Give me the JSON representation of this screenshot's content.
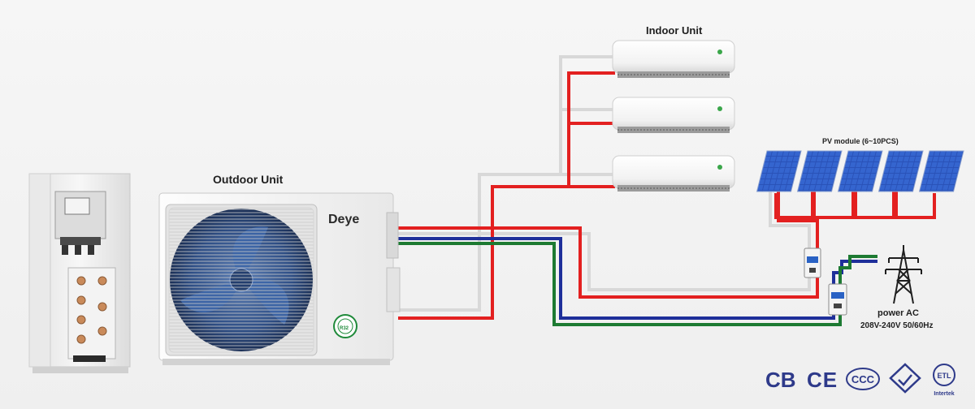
{
  "labels": {
    "outdoor_unit": "Outdoor Unit",
    "indoor_unit": "Indoor Unit",
    "pv_module": "PV module (6~10PCS)",
    "power_ac": "power AC",
    "power_spec": "208V-240V  50/60Hz"
  },
  "brand": {
    "name": "Deye",
    "refrigerant": "R32"
  },
  "certifications": {
    "cb": "CB",
    "ce": "CE",
    "ccc": "CCC",
    "rcm": "RCM",
    "etl": "ETL",
    "intertek": "Intertek"
  },
  "colors": {
    "red_wire": "#e32020",
    "white_wire": "#d8d8d8",
    "blue_wire": "#1e2f9a",
    "green_wire": "#1d7a32",
    "cert_blue": "#2e3a8a",
    "panel_blue": "#2a52b8"
  }
}
